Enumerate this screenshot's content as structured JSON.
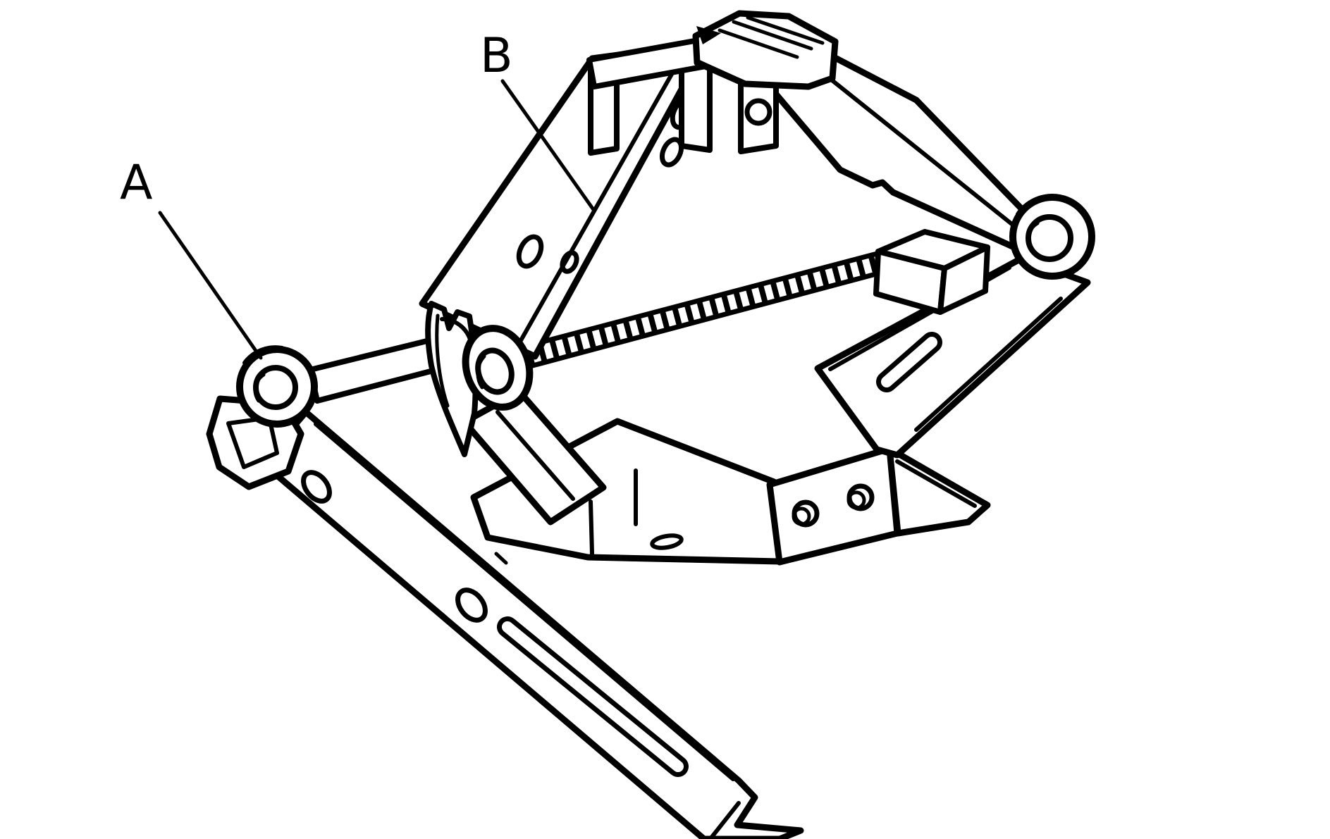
{
  "figure": {
    "type": "technical-line-drawing",
    "subject": "scissor-jack",
    "background_color": "#ffffff",
    "line_color": "#000000",
    "labels": [
      {
        "id": "A",
        "text": "A"
      },
      {
        "id": "B",
        "text": "B"
      }
    ]
  }
}
